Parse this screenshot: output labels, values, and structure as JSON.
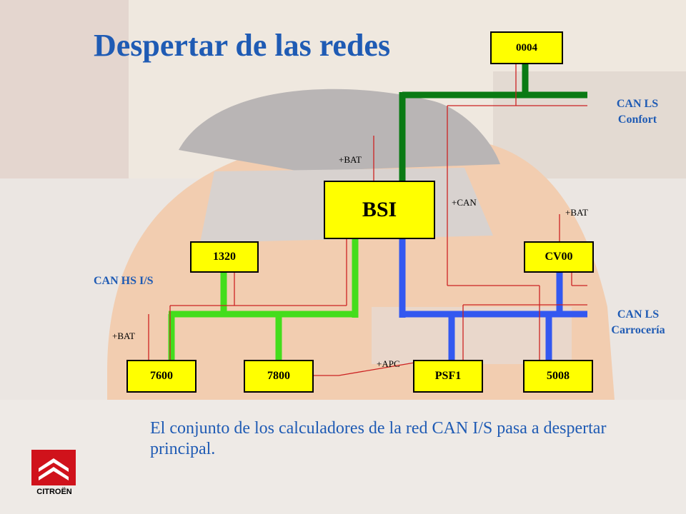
{
  "title": "Despertar de las redes",
  "nodes": {
    "bsi": "BSI",
    "n0004": "0004",
    "n1320": "1320",
    "cv00": "CV00",
    "n7600": "7600",
    "n7800": "7800",
    "psf1": "PSF1",
    "n5008": "5008"
  },
  "networks": {
    "can_ls_confort": [
      "CAN LS",
      "Confort"
    ],
    "can_hs_is": "CAN HS I/S",
    "can_ls_carroceria": [
      "CAN LS",
      "Carrocería"
    ]
  },
  "wire_labels": {
    "bat_bsi": "+BAT",
    "can": "+CAN",
    "bat_cv00": "+BAT",
    "bat_7600": "+BAT",
    "apc": "+APC"
  },
  "description": "El conjunto de los calculadores de la red CAN I/S pasa a despertar principal.",
  "brand": "CITROËN",
  "colors": {
    "title": "#1f5bb4",
    "box_fill": "#ffff00",
    "bus_confort": "#0a7a14",
    "bus_hs": "#44dd1c",
    "bus_carroceria": "#3358f0",
    "wire": "#cc2222"
  }
}
